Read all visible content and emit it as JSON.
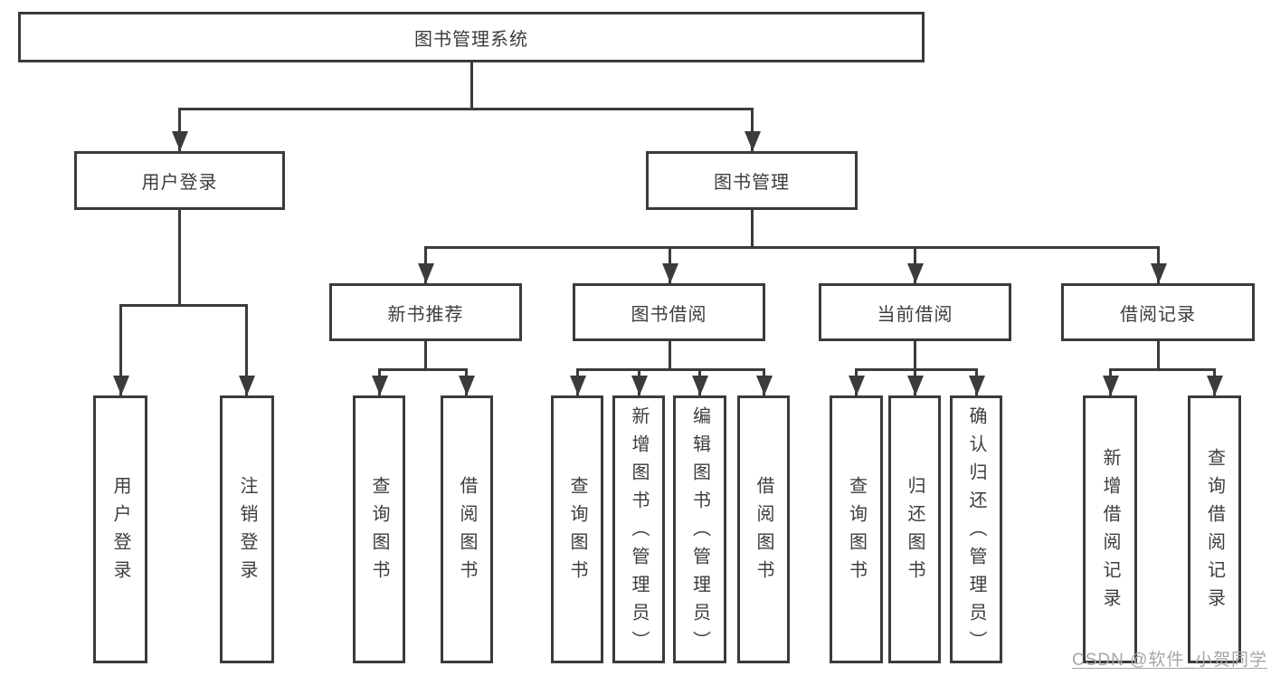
{
  "tree": {
    "label": "图书管理系统",
    "children": [
      {
        "label": "用户登录",
        "children": [
          {
            "label": "用户登录"
          },
          {
            "label": "注销登录"
          }
        ]
      },
      {
        "label": "图书管理",
        "children": [
          {
            "label": "新书推荐",
            "children": [
              {
                "label": "查询图书"
              },
              {
                "label": "借阅图书"
              }
            ]
          },
          {
            "label": "图书借阅",
            "children": [
              {
                "label": "查询图书"
              },
              {
                "label": "新增图书（管理员）"
              },
              {
                "label": "编辑图书（管理员）"
              },
              {
                "label": "借阅图书"
              }
            ]
          },
          {
            "label": "当前借阅",
            "children": [
              {
                "label": "查询图书"
              },
              {
                "label": "归还图书"
              },
              {
                "label": "确认归还（管理员）"
              }
            ]
          },
          {
            "label": "借阅记录",
            "children": [
              {
                "label": "新增借阅记录"
              },
              {
                "label": "查询借阅记录"
              }
            ]
          }
        ]
      }
    ]
  },
  "watermark": "CSDN @软件_小贺同学",
  "colors": {
    "line": "#3b3b3b",
    "text": "#3d3d3d",
    "background": "#ffffff",
    "watermark": "#a6a6a6"
  }
}
